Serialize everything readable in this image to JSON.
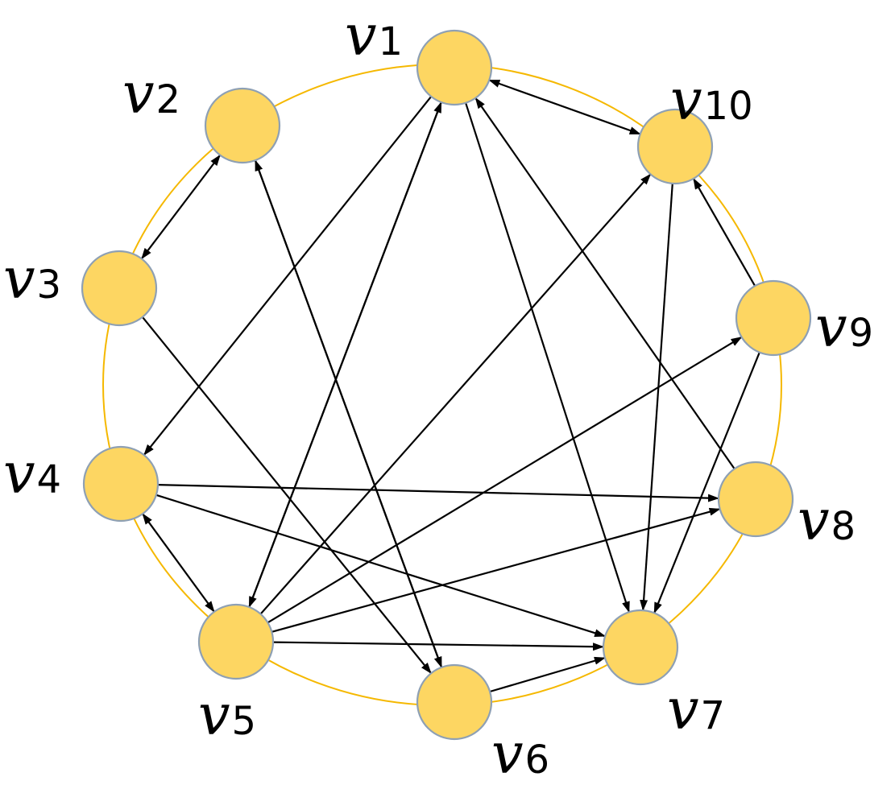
{
  "colors": {
    "node_fill": "#fdd662",
    "node_stroke": "#8ea0b4",
    "ring": "#f5b800",
    "edge": "#000000"
  },
  "nodes": [
    {
      "id": "v1",
      "base": "v",
      "sub": "1"
    },
    {
      "id": "v2",
      "base": "v",
      "sub": "2"
    },
    {
      "id": "v3",
      "base": "v",
      "sub": "3"
    },
    {
      "id": "v4",
      "base": "v",
      "sub": "4"
    },
    {
      "id": "v5",
      "base": "v",
      "sub": "5"
    },
    {
      "id": "v6",
      "base": "v",
      "sub": "6"
    },
    {
      "id": "v7",
      "base": "v",
      "sub": "7"
    },
    {
      "id": "v8",
      "base": "v",
      "sub": "8"
    },
    {
      "id": "v9",
      "base": "v",
      "sub": "9"
    },
    {
      "id": "v10",
      "base": "v",
      "sub": "10"
    }
  ],
  "edges": [
    {
      "from": "v1",
      "to": "v10",
      "bidirectional": true
    },
    {
      "from": "v2",
      "to": "v3",
      "bidirectional": true
    },
    {
      "from": "v4",
      "to": "v5",
      "bidirectional": true
    },
    {
      "from": "v1",
      "to": "v4"
    },
    {
      "from": "v1",
      "to": "v7"
    },
    {
      "from": "v5",
      "to": "v1"
    },
    {
      "from": "v1",
      "to": "v5"
    },
    {
      "from": "v3",
      "to": "v6"
    },
    {
      "from": "v6",
      "to": "v2"
    },
    {
      "from": "v2",
      "to": "v6"
    },
    {
      "from": "v8",
      "to": "v1"
    },
    {
      "from": "v9",
      "to": "v10"
    },
    {
      "from": "v10",
      "to": "v7"
    },
    {
      "from": "v9",
      "to": "v7"
    },
    {
      "from": "v4",
      "to": "v8"
    },
    {
      "from": "v4",
      "to": "v7"
    },
    {
      "from": "v5",
      "to": "v10"
    },
    {
      "from": "v5",
      "to": "v9"
    },
    {
      "from": "v5",
      "to": "v8"
    },
    {
      "from": "v5",
      "to": "v7"
    },
    {
      "from": "v6",
      "to": "v7"
    }
  ]
}
